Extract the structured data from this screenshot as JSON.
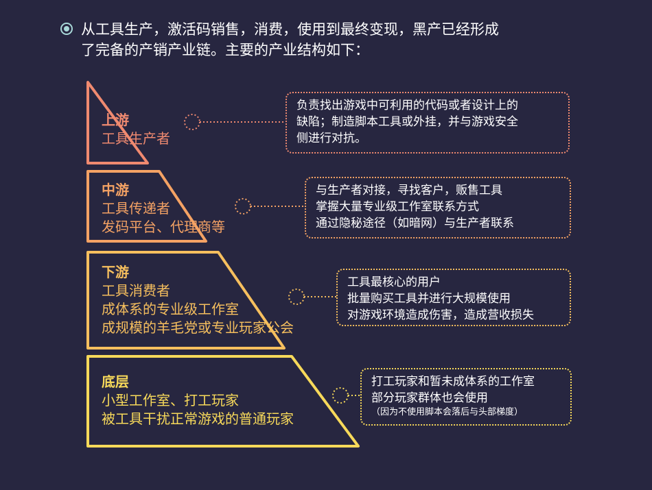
{
  "intro": {
    "text_line1": "从工具生产，激活码销售，消费，使用到最终变现，黑产已经形成",
    "text_line2": "了完备的产销产业链。主要的产业结构如下："
  },
  "colors": {
    "background": "#272640",
    "tier_1": "#f08a70",
    "tier_2": "#f4a264",
    "tier_3": "#f6bf5e",
    "tier_4": "#f7d95a"
  },
  "tiers": [
    {
      "title": "上游",
      "lines": [
        "工具生产者"
      ],
      "note": [
        "负责找出游戏中可利用的代码或者设计上的",
        "缺陷；制造脚本工具或外挂，并与游戏安全",
        "侧进行对抗。"
      ],
      "note_small": ""
    },
    {
      "title": "中游",
      "lines": [
        "工具传递者",
        "发码平台、代理商等"
      ],
      "note": [
        "与生产者对接，寻找客户，贩售工具",
        "掌握大量专业级工作室联系方式",
        "通过隐秘途径（如暗网）与生产者联系"
      ],
      "note_small": ""
    },
    {
      "title": "下游",
      "lines": [
        "工具消费者",
        "成体系的专业级工作室",
        "成规模的羊毛党或专业玩家公会"
      ],
      "note": [
        "工具最核心的用户",
        "批量购买工具并进行大规模使用",
        "对游戏环境造成伤害，造成营收损失"
      ],
      "note_small": ""
    },
    {
      "title": "底层",
      "lines": [
        "小型工作室、打工玩家",
        "被工具干扰正常游戏的普通玩家"
      ],
      "note": [
        "打工玩家和暂未成体系的工作室",
        "部分玩家群体也会使用"
      ],
      "note_small": "（因为不使用脚本会落后与头部梯度）"
    }
  ]
}
